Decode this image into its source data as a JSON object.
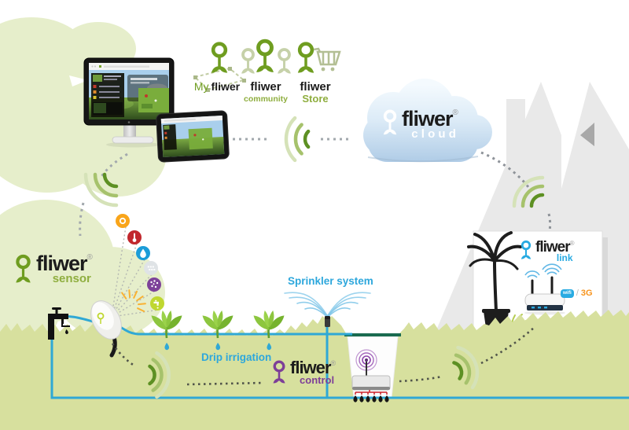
{
  "brand": {
    "name": "fliwer"
  },
  "top_nav": {
    "my_fliwer": {
      "prefix": "My",
      "brand": "fliwer"
    },
    "community": {
      "brand": "fliwer",
      "sublabel": "community"
    },
    "store": {
      "brand": "fliwer",
      "sublabel": "Store"
    }
  },
  "cloud_module": {
    "brand": "fliwer",
    "registered": "®",
    "sublabel": "c l o u d"
  },
  "sensor_module": {
    "brand": "fliwer",
    "registered": "®",
    "sublabel": "sensor"
  },
  "control_module": {
    "brand": "fliwer",
    "registered": "®",
    "sublabel": "control"
  },
  "link_module": {
    "brand": "fliwer",
    "registered": "®",
    "sublabel": "link",
    "wifi_label": "wifi",
    "separator": "/",
    "cellular_label": "3G"
  },
  "field_labels": {
    "sprinkler": "Sprinkler system",
    "drip": "Drip irrigation"
  },
  "sensors": [
    {
      "name": "sunlight",
      "color": "#f9a51a"
    },
    {
      "name": "temperature",
      "color": "#c1272d"
    },
    {
      "name": "water",
      "color": "#1b9cd8"
    },
    {
      "name": "rain",
      "color": "#dfe3e6"
    },
    {
      "name": "soil-fertility",
      "color": "#7d4199"
    },
    {
      "name": "water-flow",
      "color": "#bfd730"
    }
  ],
  "colors": {
    "brand_green": "#6f9d20",
    "sage_green": "#c6d1a9",
    "label_green": "#8fae3f",
    "purple": "#7d3f98",
    "link_blue": "#29abe2",
    "label_blue": "#2da7dc",
    "orange_3g": "#f7941d",
    "cloud_top": "#f4fafe",
    "cloud_bottom": "#aecbe6",
    "tree_blob": "#e6eecb",
    "grass": "#d7e09e",
    "house_gray": "#e9e9e9",
    "pipe_blue": "#2fa8d5",
    "spray_blue": "#7ec5e8",
    "wifi_dark": "#5d9023",
    "wifi_mid": "#a6c26c",
    "wifi_light": "#d5e2b8",
    "dash_gray": "#a2a8ad",
    "dash_dark": "#50544a"
  }
}
